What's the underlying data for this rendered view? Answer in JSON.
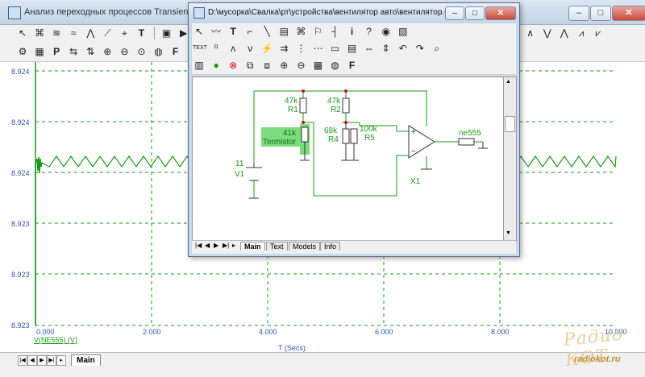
{
  "main_window": {
    "title": "Анализ переходных процессов Transient analysis",
    "controls": {
      "minimize": "–",
      "maximize": "□",
      "close": "✕"
    }
  },
  "plot": {
    "y_ticks": [
      "8.924",
      "8.924",
      "8.924",
      "8.923",
      "8.923",
      "8.923"
    ],
    "x_ticks": [
      "0.000",
      "2.000",
      "4.000",
      "6.000",
      "8.000",
      "10.000"
    ],
    "trace_label": "V(NE555) (V)",
    "x_axis_title": "T (Secs)"
  },
  "bottom_tab": {
    "label": "Main"
  },
  "watermark": {
    "text": "Радио КОТ",
    "site": "radiokot.ru"
  },
  "schematic_window": {
    "title": "D:\\мусорка\\Свалка\\рт\\устройства\\вентилятор авто\\вентилятор.CIR",
    "controls": {
      "minimize": "–",
      "maximize": "□",
      "close": "✕"
    },
    "tabs": [
      "Main",
      "Text",
      "Models",
      "Info"
    ]
  },
  "schematic": {
    "components": {
      "r1": {
        "value": "47k",
        "name": "R1"
      },
      "r2": {
        "value": "47k",
        "name": "R2"
      },
      "termistor": {
        "value": "41k",
        "name": "Termistor"
      },
      "r4": {
        "value": "68k",
        "name": "R4"
      },
      "r5": {
        "value": "100k",
        "name": "R5"
      },
      "v1": {
        "value": "11",
        "name": "V1"
      },
      "x1": {
        "name": "X1"
      },
      "output": {
        "name": "ne555"
      }
    }
  },
  "colors": {
    "trace": "#1a9a1a",
    "grid": "#1a9a1a",
    "axis_text": "#2f57b0",
    "wire": "#1a9a1a",
    "component": "#333333",
    "node": "#cc1111",
    "highlight": "#5bd25b"
  }
}
